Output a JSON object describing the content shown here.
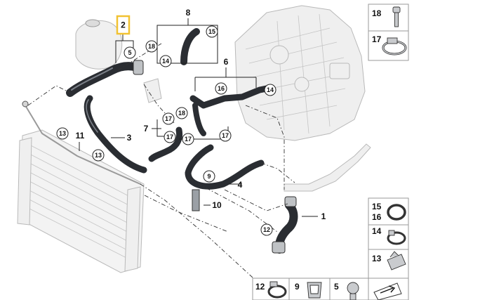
{
  "callouts": {
    "p2": "2",
    "p5": "5",
    "p8": "8",
    "p15a": "15",
    "p18a": "18",
    "p14a": "14",
    "p6": "6",
    "p16": "16",
    "p14b": "14",
    "p17a": "17",
    "p18b": "18",
    "p7": "7",
    "p17b": "17",
    "p17c": "17",
    "p3": "3",
    "p13a": "13",
    "p11": "11",
    "p13b": "13",
    "p9": "9",
    "p4": "4",
    "p10": "10",
    "p12": "12",
    "p1": "1"
  },
  "parts_panel": {
    "right": [
      {
        "id": "bolt",
        "label": "18",
        "icon": "bolt-icon"
      },
      {
        "id": "clamp",
        "label": "17",
        "icon": "hose-clamp-icon"
      },
      {
        "id": "oring",
        "label": "15\n16",
        "icon": "o-ring-icon"
      },
      {
        "id": "springclamp",
        "label": "14",
        "icon": "spring-clamp-icon"
      },
      {
        "id": "clip",
        "label": "13",
        "icon": "clip-icon"
      }
    ],
    "bottom": [
      {
        "id": "bandclamp",
        "label": "12",
        "icon": "band-clamp-icon"
      },
      {
        "id": "retainer",
        "label": "9",
        "icon": "retainer-clip-icon"
      },
      {
        "id": "screw",
        "label": "5",
        "icon": "screw-icon"
      }
    ],
    "nav_icon": "next-page-arrow-icon"
  },
  "colors": {
    "highlight": "#f1c232",
    "hose": "#2a2d32",
    "engine": "#b9b9b9"
  }
}
